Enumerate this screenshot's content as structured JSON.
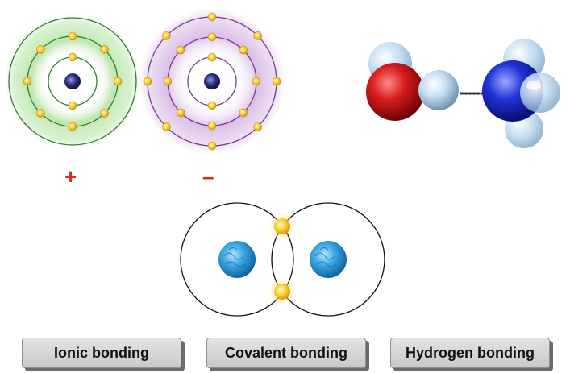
{
  "ionic_diagram": {
    "cation_charge": "+",
    "anion_charge": "–"
  },
  "buttons": {
    "ionic": "Ionic bonding",
    "covalent": "Covalent bonding",
    "hydrogen": "Hydrogen bonding"
  },
  "colors": {
    "cation_glow": "#9ed88f",
    "cation_shell": "#2f7d2f",
    "anion_glow": "#c9a2dc",
    "anion_shell": "#7a3a8c",
    "electron": "#f3c628",
    "nucleus": "#2b2e7a",
    "oxygen": "#d01818",
    "nitrogen": "#1b2fd0",
    "hydrogen_atom": "#b9d6ec",
    "covalent_nucleus": "#2d9ad6",
    "sign": "#e0241b"
  }
}
